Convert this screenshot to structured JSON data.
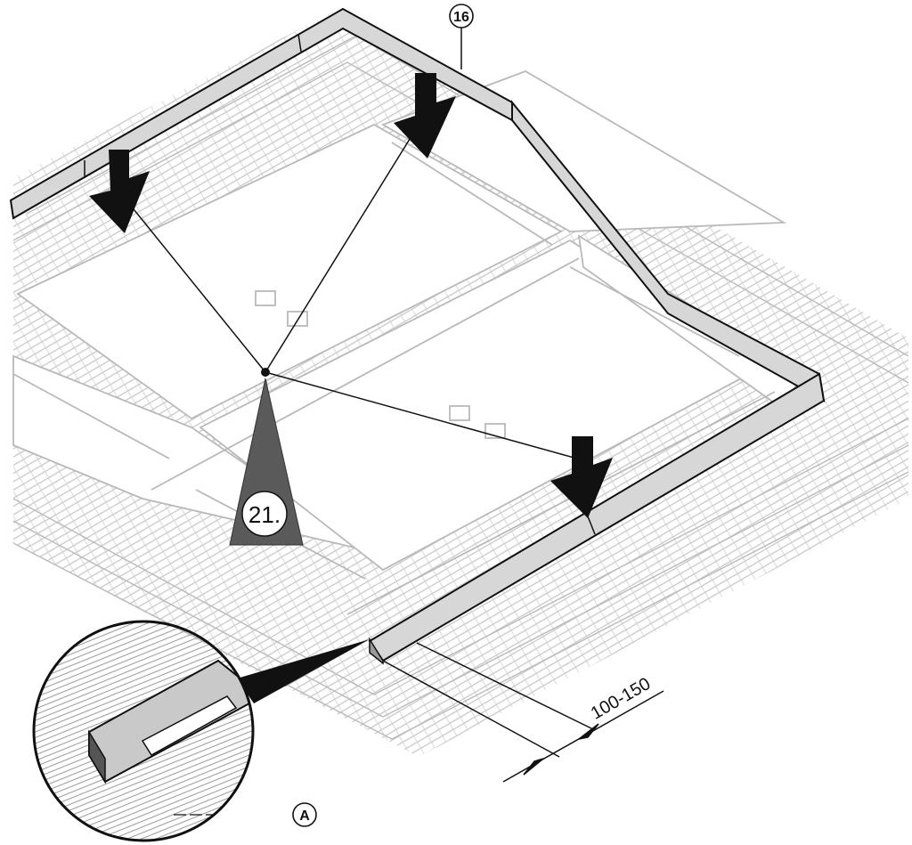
{
  "callouts": {
    "part_number": "16",
    "step_number": "21.",
    "detail_letter": "A",
    "dimension": "100-150"
  },
  "colors": {
    "line": "#b5b5b5",
    "flashing_fill": "#d7d7d7",
    "arrow": "#111111",
    "pointer": "#5a5a5a"
  },
  "icons": {
    "press_arrow": "down-arrow-icon",
    "step_marker": "triangle-pointer-icon"
  }
}
